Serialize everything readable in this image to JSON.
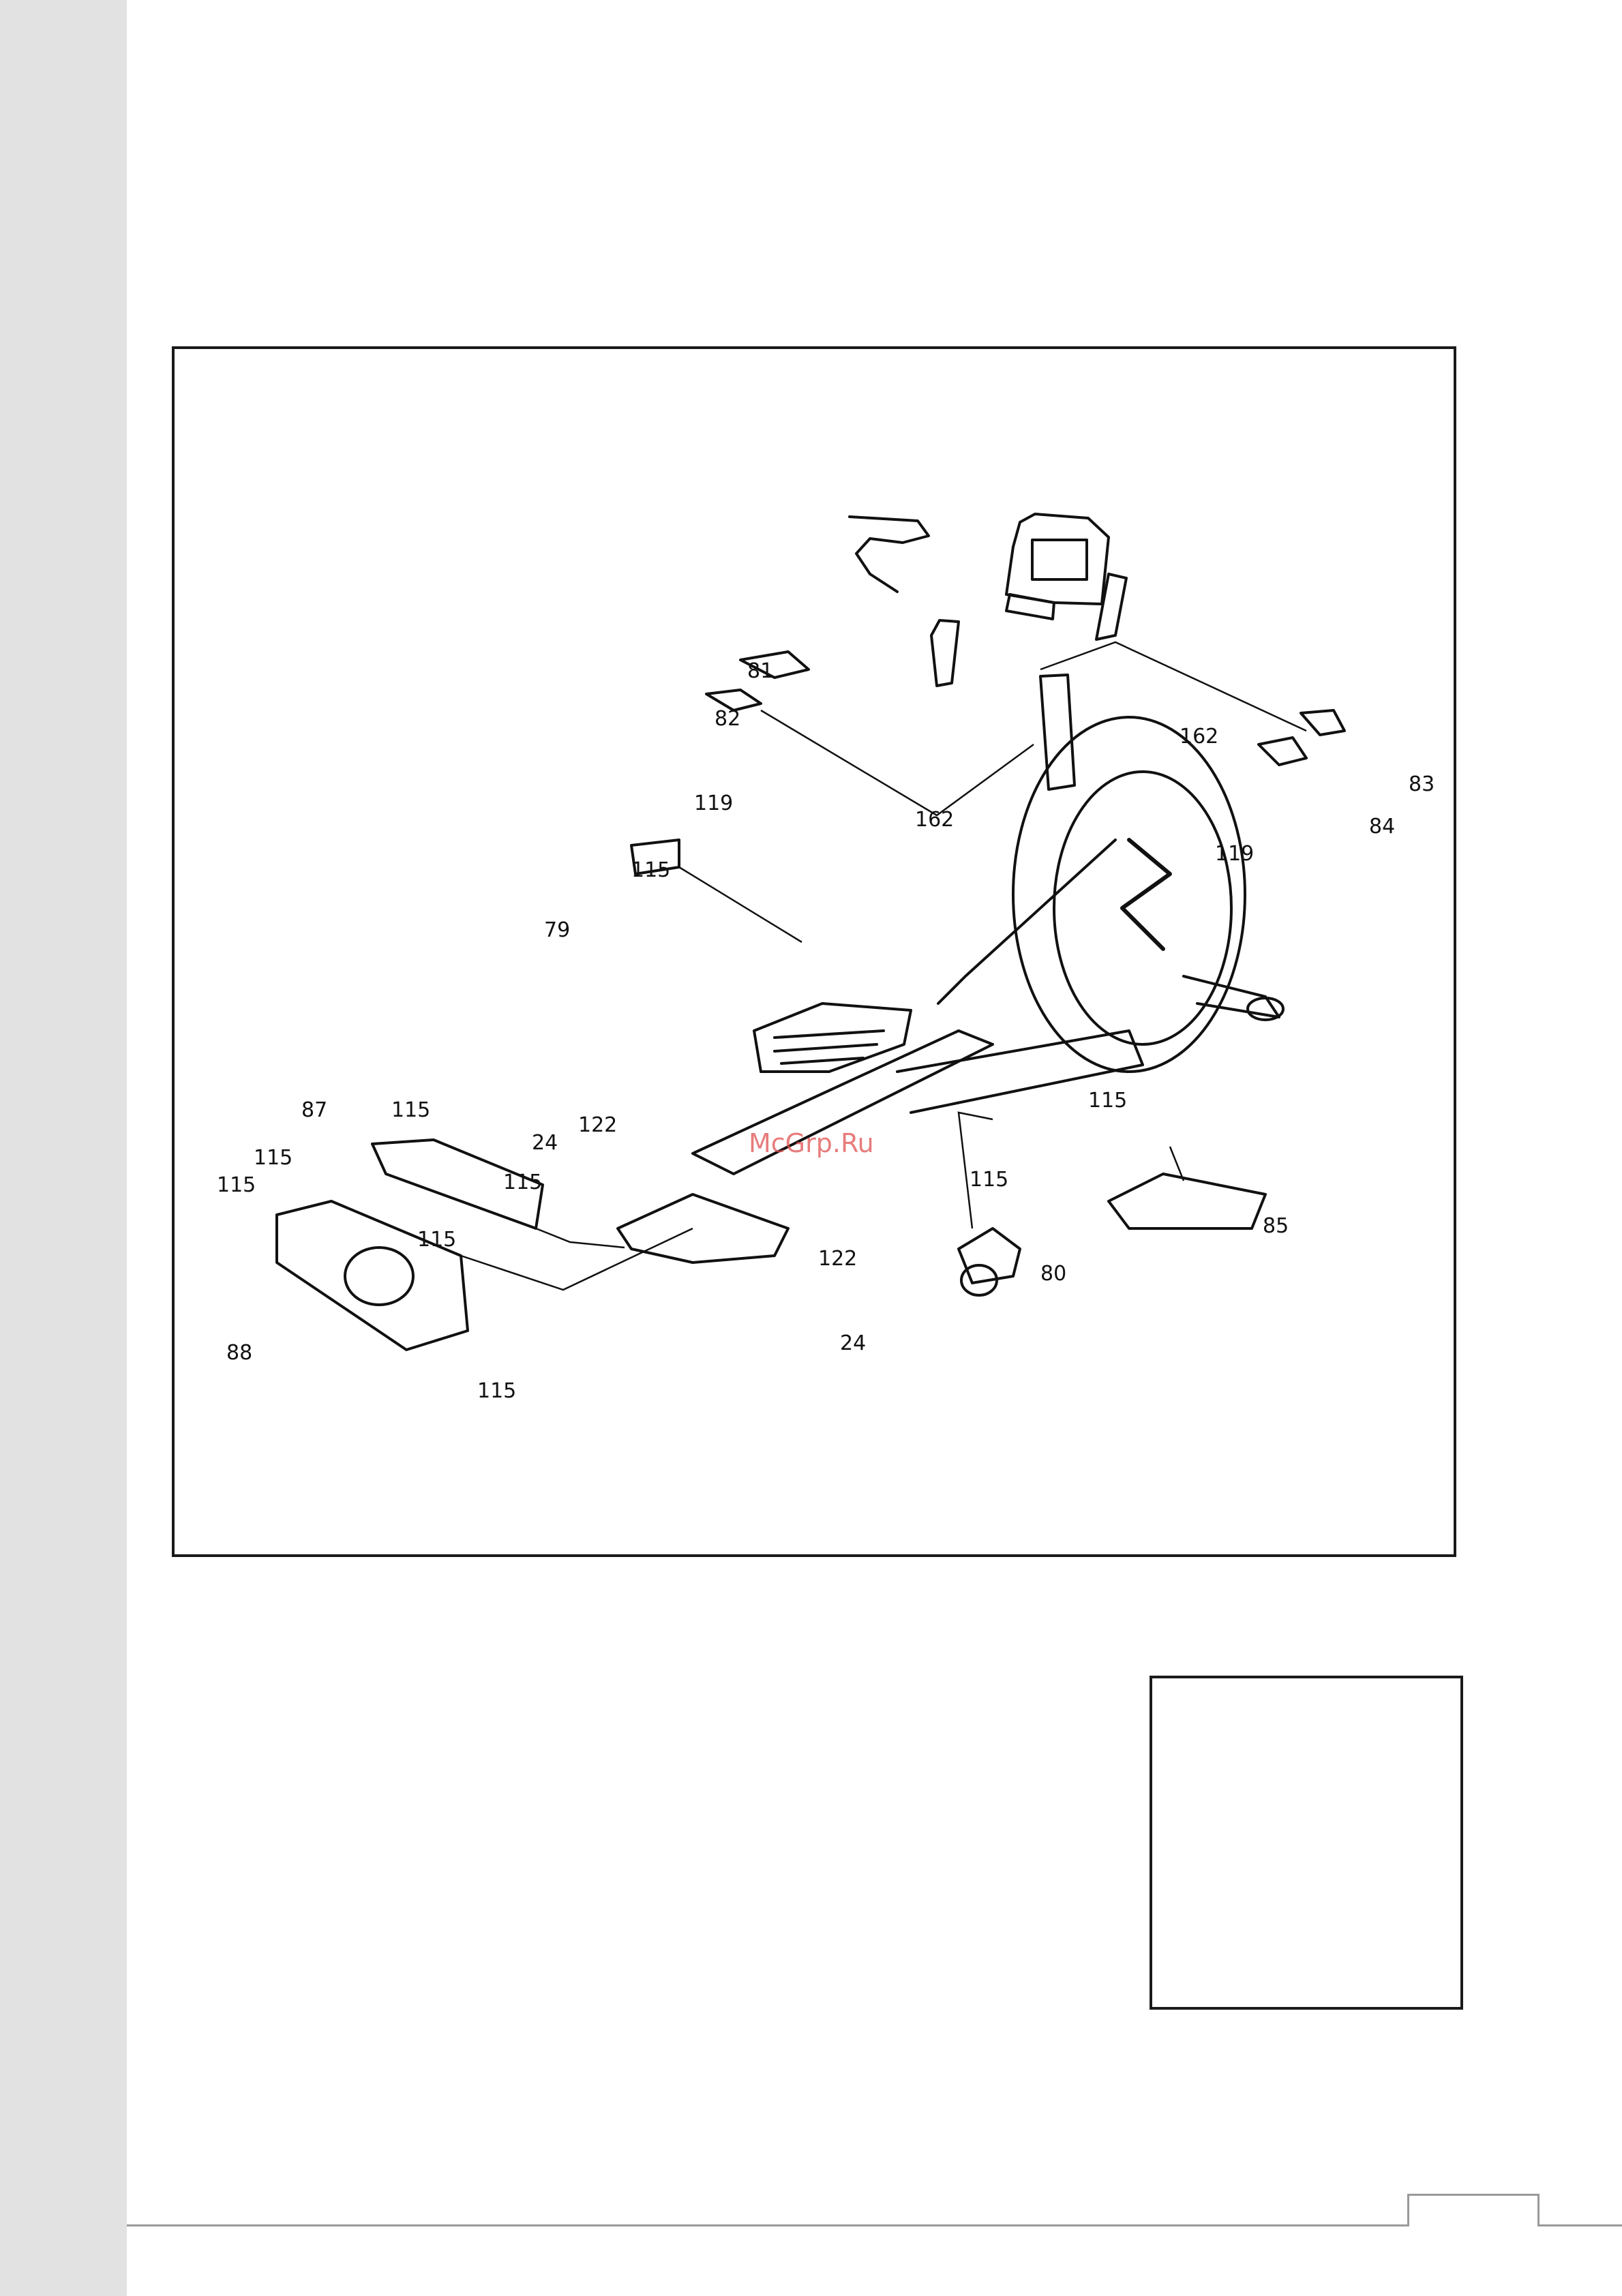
{
  "watermark": "McGrp.Ru",
  "callouts": {
    "c81": "81",
    "c82": "82",
    "c119a": "119",
    "c162a": "162",
    "c162b": "162",
    "c83": "83",
    "c84": "84",
    "c119b": "119",
    "c115a": "115",
    "c79": "79",
    "c87": "87",
    "c115b": "115",
    "c24a": "24",
    "c122a": "122",
    "c115c": "115",
    "c115d": "115",
    "c115e": "115",
    "c115f": "115",
    "c88": "88",
    "c115g": "115",
    "c122b": "122",
    "c24b": "24",
    "c115h": "115",
    "c80": "80",
    "c115i": "115",
    "c85": "85"
  }
}
